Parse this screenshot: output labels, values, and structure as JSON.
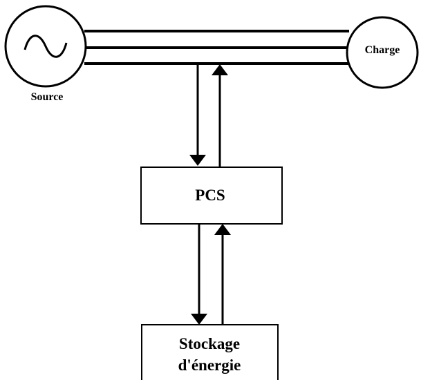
{
  "source": {
    "label": "Source",
    "icon": "sine-wave-icon"
  },
  "load": {
    "label": "Charge"
  },
  "converter": {
    "label": "PCS"
  },
  "storage": {
    "label_line1": "Stockage",
    "label_line2": "d'énergie"
  },
  "colors": {
    "stroke": "#000000",
    "background": "#ffffff"
  }
}
